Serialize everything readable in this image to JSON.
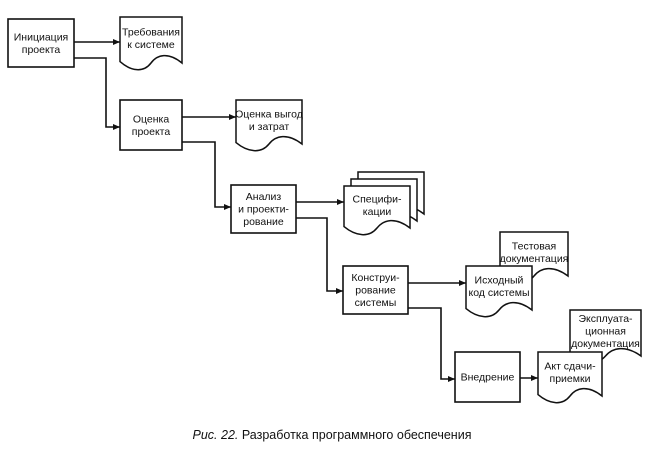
{
  "processes": [
    {
      "id": "p1",
      "label_lines": [
        "Инициация",
        "проекта"
      ]
    },
    {
      "id": "p2",
      "label_lines": [
        "Оценка",
        "проекта"
      ]
    },
    {
      "id": "p3",
      "label_lines": [
        "Анализ",
        "и проекти-",
        "рование"
      ]
    },
    {
      "id": "p4",
      "label_lines": [
        "Конструи-",
        "рование",
        "системы"
      ]
    },
    {
      "id": "p5",
      "label_lines": [
        "Внедрение"
      ]
    }
  ],
  "documents": [
    {
      "id": "d1",
      "label_lines": [
        "Требования",
        "к системе"
      ]
    },
    {
      "id": "d2",
      "label_lines": [
        "Оценка выгод",
        "и затрат"
      ]
    },
    {
      "id": "d3",
      "label_lines": [
        "Специфи-",
        "кации"
      ],
      "multiple": true
    },
    {
      "id": "d4b",
      "label_lines": [
        "Тестовая",
        "документация"
      ]
    },
    {
      "id": "d4",
      "label_lines": [
        "Исходный",
        "код системы"
      ]
    },
    {
      "id": "d5b",
      "label_lines": [
        "Эксплуата-",
        "ционная",
        "документация"
      ]
    },
    {
      "id": "d5",
      "label_lines": [
        "Акт сдачи-",
        "приемки"
      ]
    }
  ],
  "edges": [
    {
      "from": "p1",
      "to": "d1"
    },
    {
      "from": "p1",
      "to": "p2"
    },
    {
      "from": "p2",
      "to": "d2"
    },
    {
      "from": "p2",
      "to": "p3"
    },
    {
      "from": "p3",
      "to": "d3"
    },
    {
      "from": "p3",
      "to": "p4"
    },
    {
      "from": "p4",
      "to": "d4"
    },
    {
      "from": "p4",
      "to": "p5"
    },
    {
      "from": "p5",
      "to": "d5"
    }
  ],
  "caption": {
    "figure_label": "Рис. 22.",
    "title": "Разработка программного обеспечения"
  },
  "colors": {
    "stroke": "#111111",
    "fill": "#ffffff",
    "text": "#111111"
  }
}
